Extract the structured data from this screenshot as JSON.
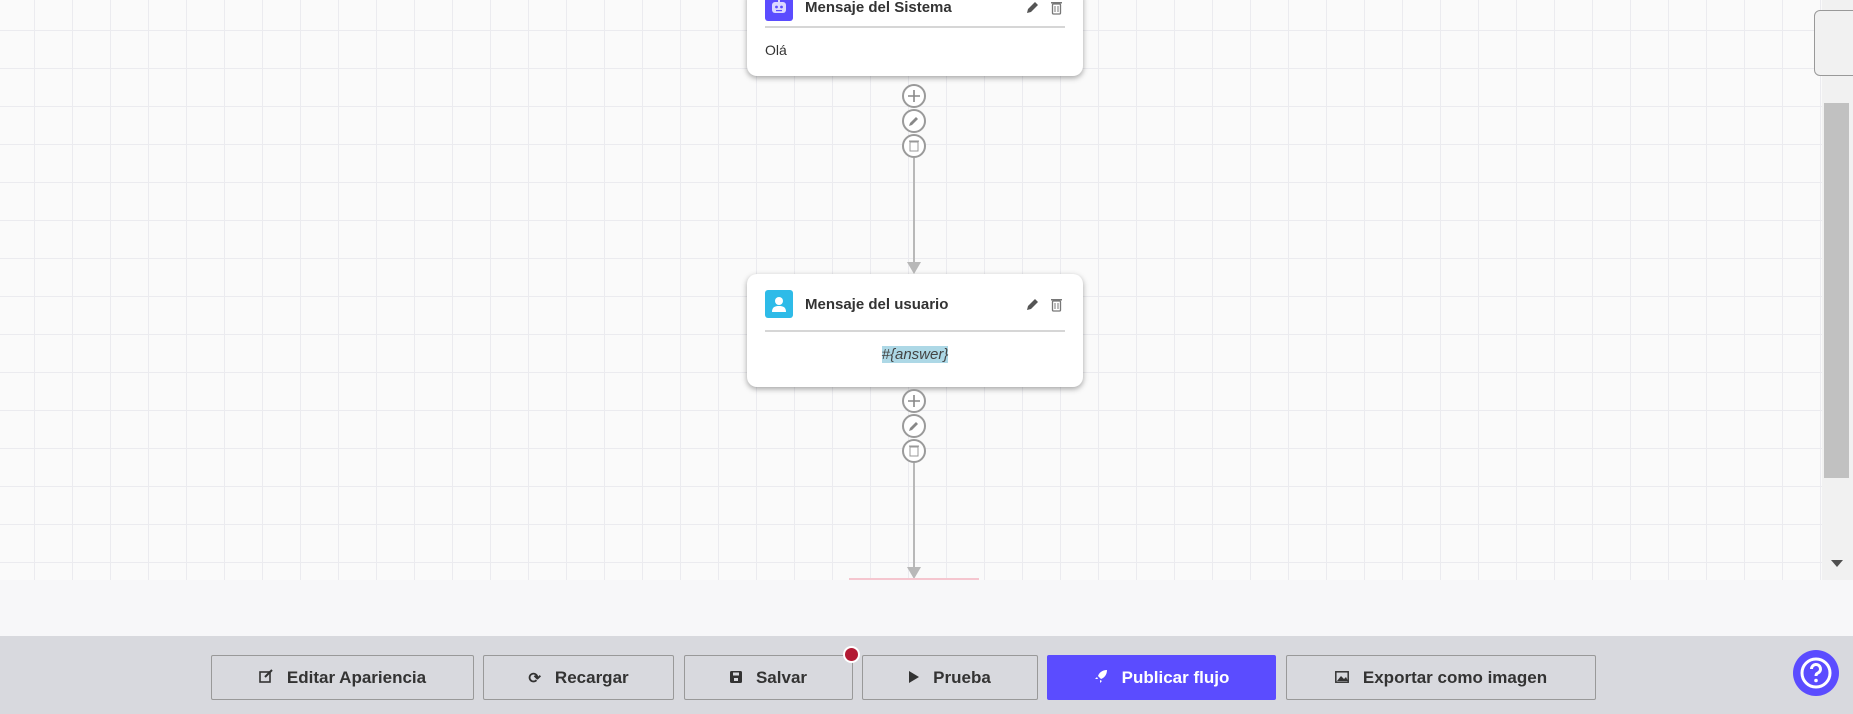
{
  "nodes": [
    {
      "type": "system",
      "title": "Mensaje del Sistema",
      "text": "Olá",
      "avatar_color": "#5b4cff",
      "icon": "robot-icon"
    },
    {
      "type": "user",
      "title": "Mensaje del usuario",
      "text": "#{answer}",
      "avatar_color": "#2ebbe8",
      "icon": "user-icon"
    }
  ],
  "toolbar": {
    "edit_appearance": "Editar Apariencia",
    "reload": "Recargar",
    "save": "Salvar",
    "test": "Prueba",
    "publish": "Publicar flujo",
    "export": "Exportar como imagen",
    "unsaved_indicator_color": "#b31b34",
    "accent": "#5b4cff"
  }
}
